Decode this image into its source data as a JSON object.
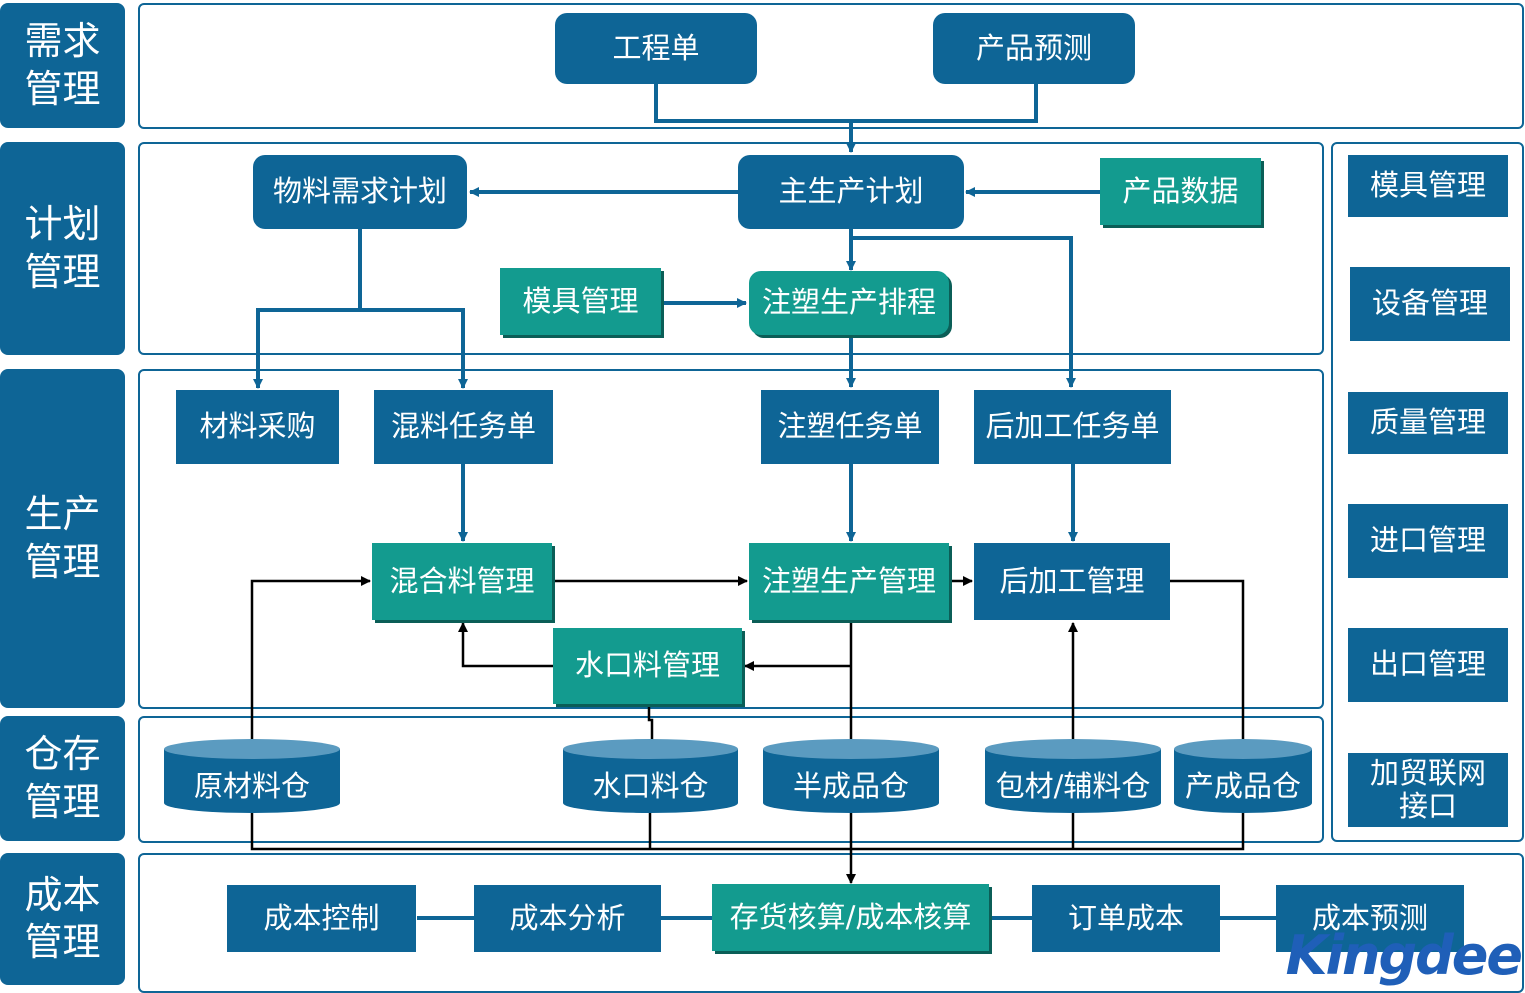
{
  "categories": {
    "demand": [
      "需求",
      "管理"
    ],
    "plan": [
      "计划",
      "管理"
    ],
    "production": [
      "生产",
      "管理"
    ],
    "storage": [
      "仓存",
      "管理"
    ],
    "cost": [
      "成本",
      "管理"
    ]
  },
  "demand": {
    "project_order": "工程单",
    "product_forecast": "产品预测"
  },
  "plan": {
    "mrp": "物料需求计划",
    "mps": "主生产计划",
    "product_data": "产品数据",
    "mold_mgmt": "模具管理",
    "injection_schedule": "注塑生产排程"
  },
  "production": {
    "material_purchase": "材料采购",
    "mixing_task": "混料任务单",
    "injection_task": "注塑任务单",
    "post_task": "后加工任务单",
    "mixed_material_mgmt": "混合料管理",
    "injection_mgmt": "注塑生产管理",
    "post_mgmt": "后加工管理",
    "sprue_mgmt": "水口料管理"
  },
  "storage": {
    "raw_warehouse": "原材料仓",
    "sprue_warehouse": "水口料仓",
    "semi_warehouse": "半成品仓",
    "packing_warehouse": "包材/辅料仓",
    "finished_warehouse": "产成品仓"
  },
  "cost": {
    "control": "成本控制",
    "analysis": "成本分析",
    "inventory_accounting": "存货核算/成本核算",
    "order_cost": "订单成本",
    "forecast": "成本预测"
  },
  "side": [
    "模具管理",
    "设备管理",
    "质量管理",
    "进口管理",
    "出口管理"
  ],
  "side_last": [
    "加贸联网",
    "接口"
  ],
  "logo": "Kingdee",
  "colors": {
    "blue": "#0e6596",
    "teal": "#139b8f"
  }
}
